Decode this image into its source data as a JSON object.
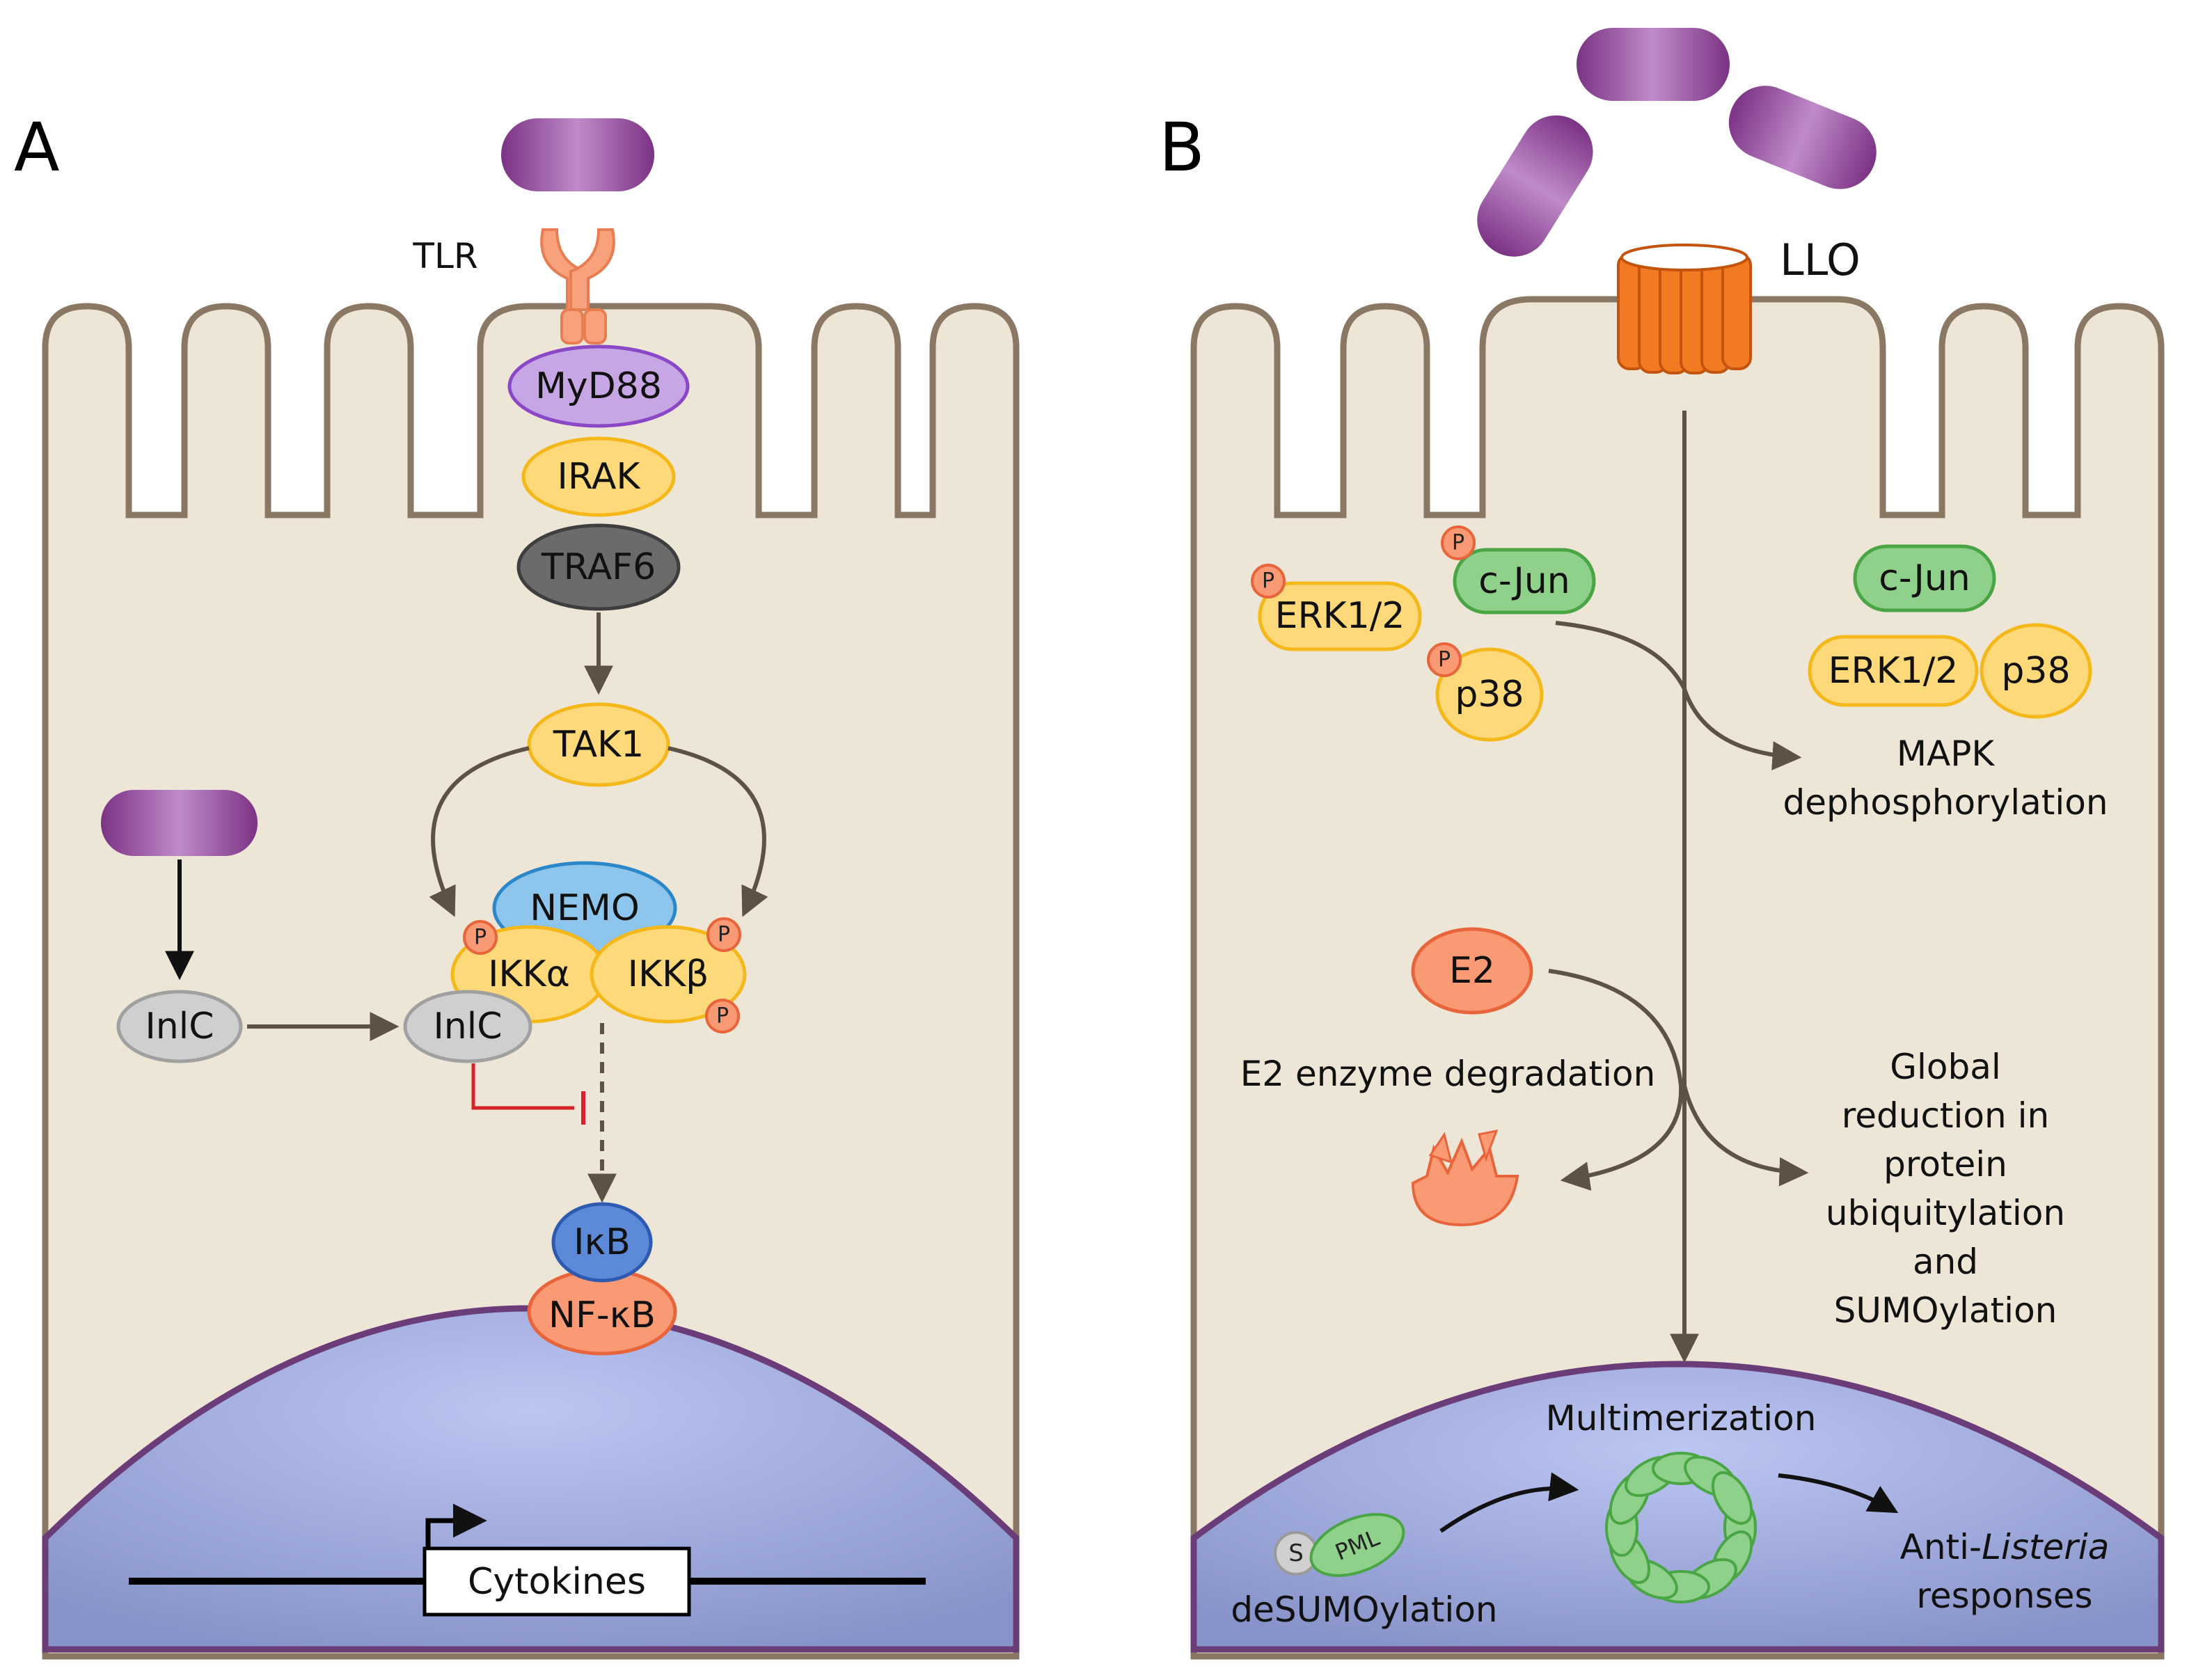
{
  "panel_a": {
    "letter": "A",
    "tlr": "TLR",
    "myd88": "MyD88",
    "irak": "IRAK",
    "traf6": "TRAF6",
    "tak1": "TAK1",
    "nemo": "NEMO",
    "ikka": "IKKα",
    "ikkb": "IKKβ",
    "inlc_left": "InlC",
    "inlc_right": "InlC",
    "ikb": "IκB",
    "nfkb": "NF-κB",
    "cytokines": "Cytokines",
    "p_mark": "P"
  },
  "panel_b": {
    "letter": "B",
    "llo": "LLO",
    "cjun_p": "c-Jun",
    "erk_p": "ERK1/2",
    "p38_p": "p38",
    "cjun": "c-Jun",
    "erk": "ERK1/2",
    "p38": "p38",
    "mapk_line1": "MAPK",
    "mapk_line2": "dephosphorylation",
    "e2": "E2",
    "e2_degradation": "E2 enzyme degradation",
    "global_1": "Global",
    "global_2": "reduction in",
    "global_3": "protein",
    "global_4": "ubiquitylation",
    "global_5": "and",
    "global_6": "SUMOylation",
    "multimerization": "Multimerization",
    "s_mark": "S",
    "pml": "PML",
    "desumo": "deSUMOylation",
    "anti_prefix": "Anti-",
    "anti_italic": "Listeria",
    "anti_line2": "responses",
    "p_mark": "P"
  },
  "colors": {
    "cell_fill": "#ede6d6",
    "cell_stroke": "#8b7864",
    "nucleus": "#9aa6d8",
    "bacterium": "#8a3f94",
    "yellow_fill": "#fdd97a",
    "yellow_stroke": "#f4b81a",
    "green_fill": "#8fd08a",
    "orange_fill": "#f99a74",
    "grey_fill": "#cfcfcf",
    "purple_light": "#c7a6e6",
    "blue_light": "#8ec5ec",
    "dark_grey": "#6b6b6b",
    "inhibit_red": "#d6202a",
    "receptor": "#f7a27c",
    "pore": "#f27a22"
  }
}
